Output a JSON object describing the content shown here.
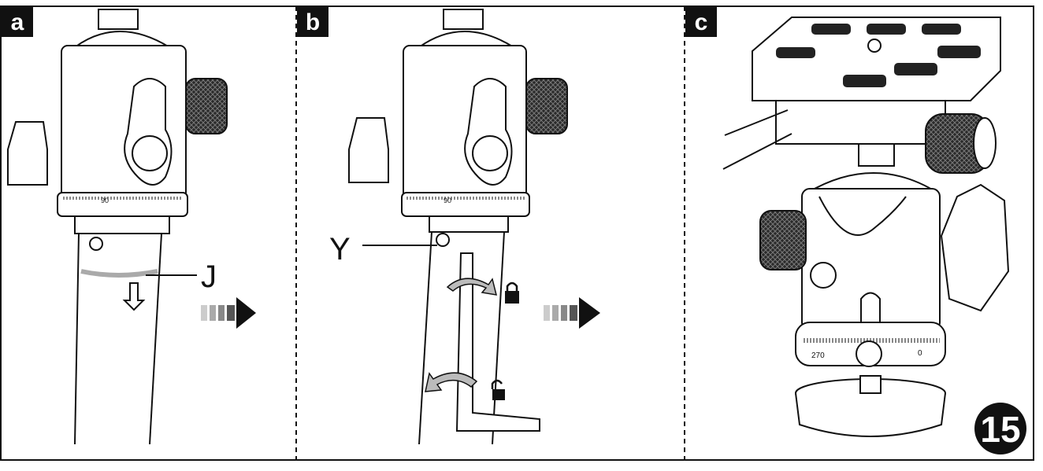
{
  "panels": [
    {
      "letter": "a",
      "callout": "J"
    },
    {
      "letter": "b",
      "callout": "Y"
    },
    {
      "letter": "c",
      "callout": ""
    }
  ],
  "dial_marks": {
    "a": "90",
    "b": "90",
    "c_left": "270",
    "c_right": "0"
  },
  "step_number": "15",
  "colors": {
    "ink": "#111111",
    "paper": "#ffffff",
    "stripe_light": "#cccccc",
    "stripe_mid": "#999999",
    "stripe_dark": "#555555"
  }
}
